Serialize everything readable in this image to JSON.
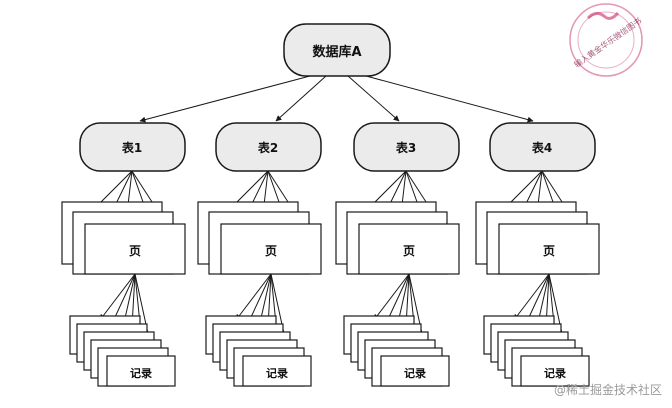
{
  "root": {
    "label": "数据库A"
  },
  "tables": [
    {
      "label": "表1",
      "page_label": "页",
      "record_label": "记录"
    },
    {
      "label": "表2",
      "page_label": "页",
      "record_label": "记录"
    },
    {
      "label": "表3",
      "page_label": "页",
      "record_label": "记录"
    },
    {
      "label": "表4",
      "page_label": "页",
      "record_label": "记录"
    }
  ],
  "watermark": {
    "text": "@稀土掘金技术社区"
  },
  "stamp": {
    "text": "输入黄金华乐微信图书"
  },
  "colors": {
    "node_fill": "#ebebeb",
    "stroke": "#1a1a1a",
    "stamp": "#c2185b",
    "watermark": "#9a9a9a"
  }
}
